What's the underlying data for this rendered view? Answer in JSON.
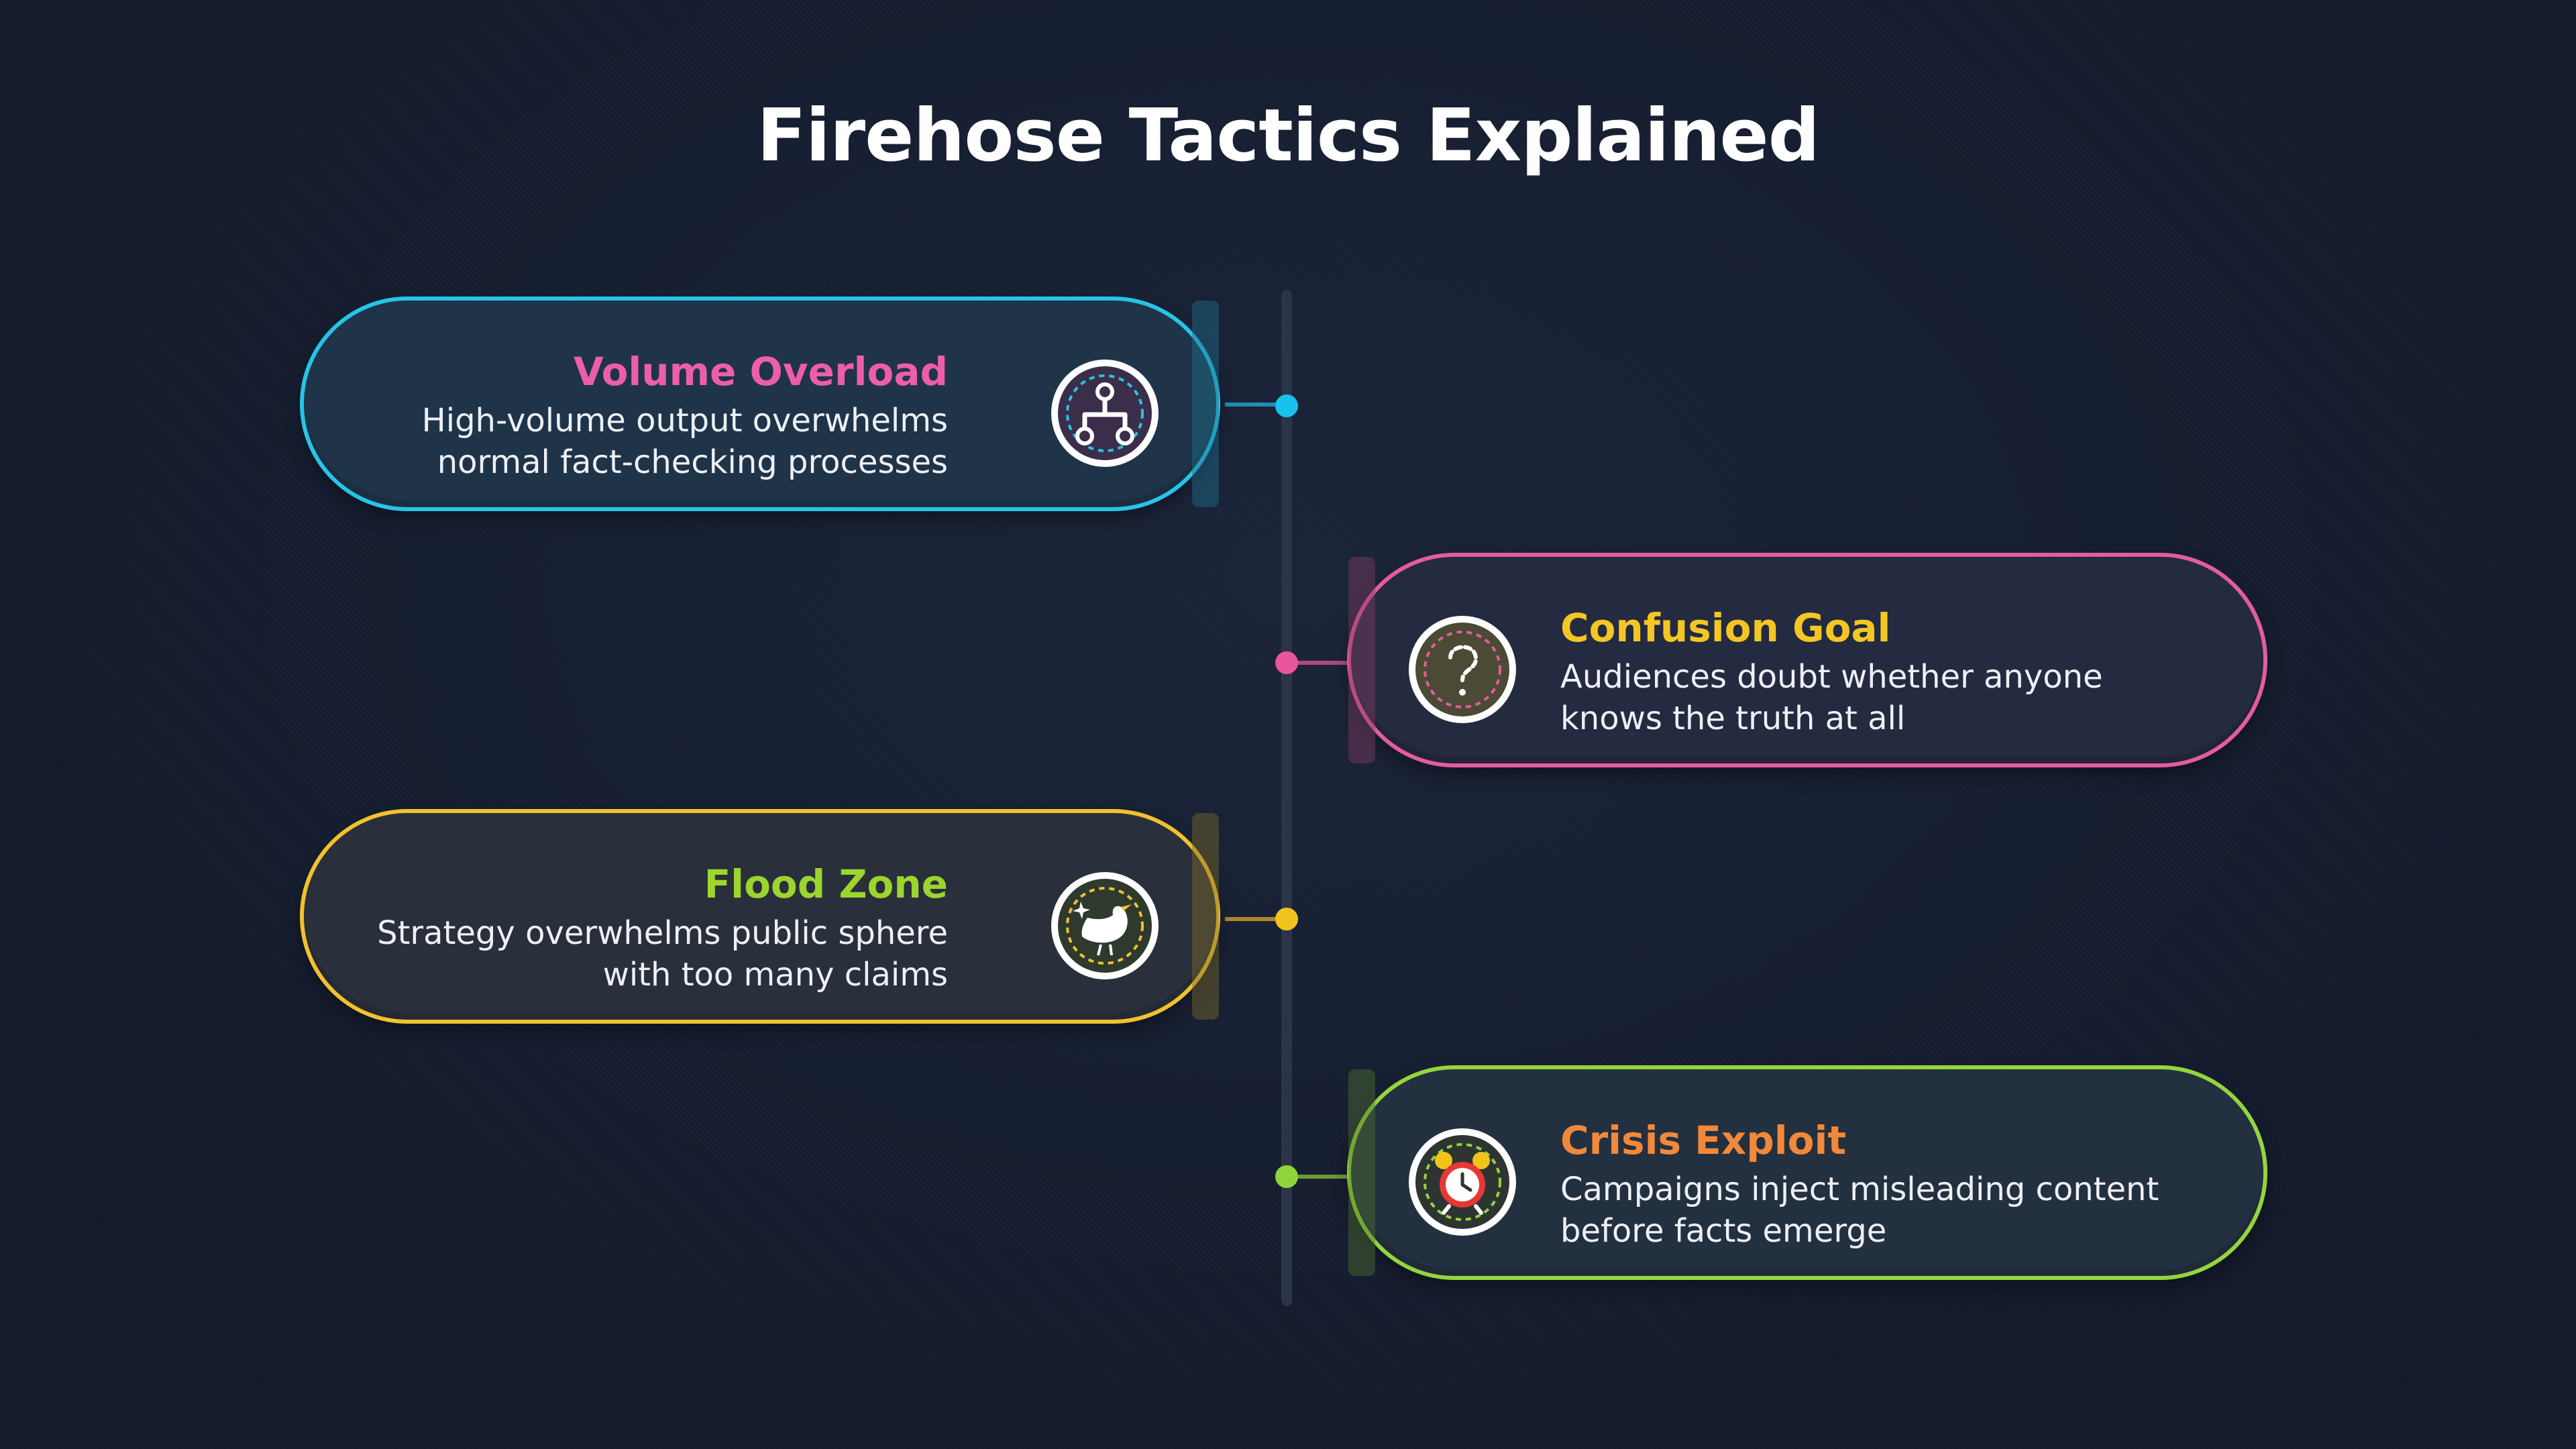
{
  "title": "Firehose Tactics Explained",
  "items": [
    {
      "heading": "Volume Overload",
      "description_line1": "High-volume output overwhelms",
      "description_line2": "normal fact-checking processes",
      "icon": "network-tree-icon",
      "border_color": "#27c4e6",
      "heading_color": "#ec5fa6",
      "card_bg": "#1f3449",
      "side": "left"
    },
    {
      "heading": "Confusion Goal",
      "description_line1": "Audiences doubt whether anyone",
      "description_line2": "knows the truth at all",
      "icon": "question-mark-icon",
      "border_color": "#e45c9e",
      "heading_color": "#f3c623",
      "card_bg": "#242a40",
      "side": "right"
    },
    {
      "heading": "Flood Zone",
      "description_line1": "Strategy overwhelms public sphere",
      "description_line2": "with too many claims",
      "icon": "bird-icon",
      "border_color": "#f2c12e",
      "heading_color": "#9bd52d",
      "card_bg": "#292f3b",
      "side": "left"
    },
    {
      "heading": "Crisis Exploit",
      "description_line1": "Campaigns inject misleading content",
      "description_line2": "before facts emerge",
      "icon": "alarm-clock-icon",
      "border_color": "#94d53c",
      "heading_color": "#f2893a",
      "card_bg": "#233040",
      "side": "right"
    }
  ]
}
